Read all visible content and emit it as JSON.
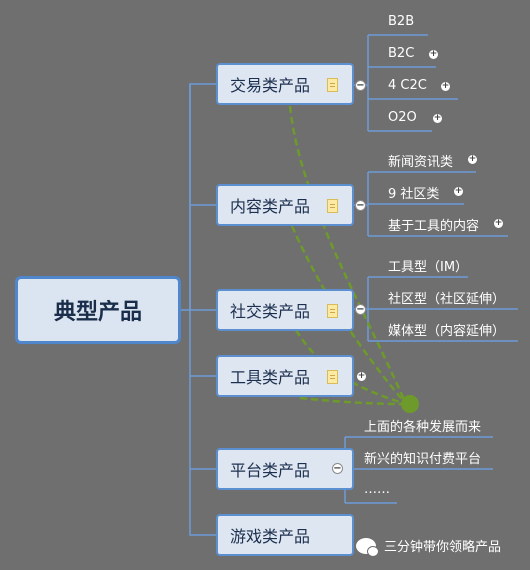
{
  "mindmap": {
    "root": "典型产品",
    "branches": [
      {
        "label": "交易类产品",
        "has_note": true,
        "children": [
          "B2B",
          "B2C",
          "4 C2C",
          "O2O"
        ],
        "child_expand": [
          false,
          true,
          true,
          true
        ]
      },
      {
        "label": "内容类产品",
        "has_note": true,
        "children": [
          "新闻资讯类",
          "9 社区类",
          "基于工具的内容"
        ],
        "child_expand": [
          true,
          true,
          true
        ]
      },
      {
        "label": "社交类产品",
        "has_note": true,
        "children": [
          "工具型（IM）",
          "社区型（社区延伸）",
          "媒体型（内容延伸）"
        ],
        "child_expand": [
          false,
          false,
          false
        ]
      },
      {
        "label": "工具类产品",
        "has_note": true,
        "children": [],
        "child_expand": []
      },
      {
        "label": "平台类产品",
        "has_note": false,
        "children": [
          "上面的各种发展而来",
          "新兴的知识付费平台",
          "……"
        ],
        "child_expand": [
          false,
          false,
          false
        ]
      },
      {
        "label": "游戏类产品",
        "has_note": false,
        "children": [],
        "child_expand": []
      }
    ],
    "watermark": "三分钟带你领略产品"
  },
  "colors": {
    "background": "#6f6f6f",
    "node_fill": "#dde6f1",
    "node_border": "#5b8fd0",
    "connector": "#6f9bd8",
    "relationship": "#6d9a2a"
  }
}
